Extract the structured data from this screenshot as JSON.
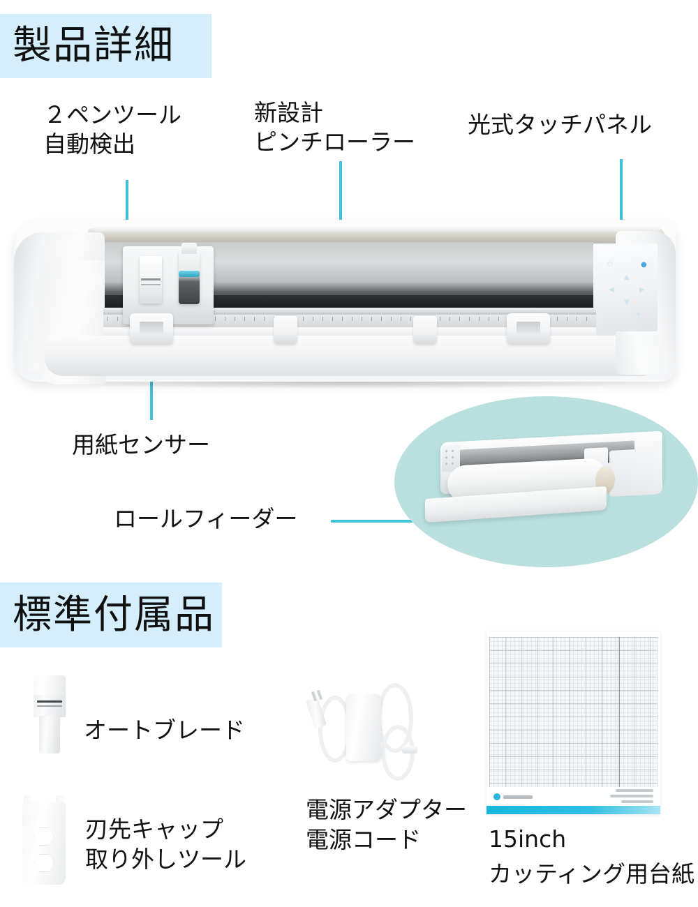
{
  "page": {
    "title": "製品詳細",
    "accent_cyan": "#3fc1d9",
    "heading_highlight": "#d4eefb",
    "inset_oval": "#b9dfdf",
    "mat_bar": "#16b6dd"
  },
  "sections": {
    "product_details": {
      "heading": "製品詳細",
      "callouts": [
        {
          "id": "pen-tool",
          "text_line1": "２ペンツール",
          "text_line2": "自動検出"
        },
        {
          "id": "pinch-roller",
          "text_line1": "新設計",
          "text_line2": "ピンチローラー"
        },
        {
          "id": "touch-panel",
          "text_line1": "光式タッチパネル",
          "text_line2": ""
        },
        {
          "id": "paper-sensor",
          "text_line1": "用紙センサー",
          "text_line2": ""
        },
        {
          "id": "roll-feeder",
          "text_line1": "ロールフィーダー",
          "text_line2": ""
        }
      ]
    },
    "standard_accessories": {
      "heading": "標準付属品",
      "items": [
        {
          "id": "auto-blade",
          "label_line1": "オートブレード",
          "label_line2": ""
        },
        {
          "id": "blade-cap-tool",
          "label_line1": "刃先キャップ",
          "label_line2": "取り外しツール"
        },
        {
          "id": "power-adapter",
          "label_line1": "電源アダプター",
          "label_line2": "電源コード"
        },
        {
          "id": "cutting-mat",
          "label_line1": "15inch",
          "label_line2": "カッティング用台紙"
        }
      ]
    }
  }
}
